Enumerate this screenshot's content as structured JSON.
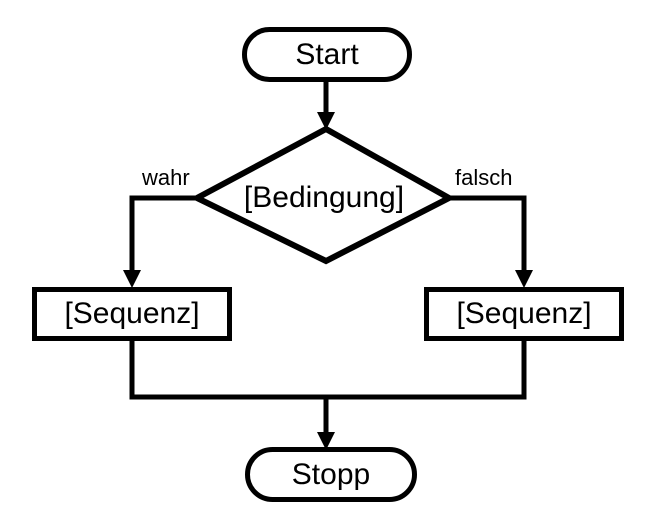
{
  "diagram": {
    "type": "flowchart",
    "language": "de",
    "background_color": "#ffffff",
    "stroke_color": "#000000",
    "text_color": "#000000",
    "nodes": {
      "start": {
        "label": "Start",
        "shape": "stadium",
        "role": "terminator-start"
      },
      "condition": {
        "label": "[Bedingung]",
        "shape": "diamond",
        "role": "decision"
      },
      "sequence_true": {
        "label": "[Sequenz]",
        "shape": "rectangle",
        "role": "process"
      },
      "sequence_false": {
        "label": "[Sequenz]",
        "shape": "rectangle",
        "role": "process"
      },
      "stop": {
        "label": "Stopp",
        "shape": "stadium",
        "role": "terminator-end"
      }
    },
    "edge_labels": {
      "true_branch": "wahr",
      "false_branch": "falsch"
    }
  }
}
